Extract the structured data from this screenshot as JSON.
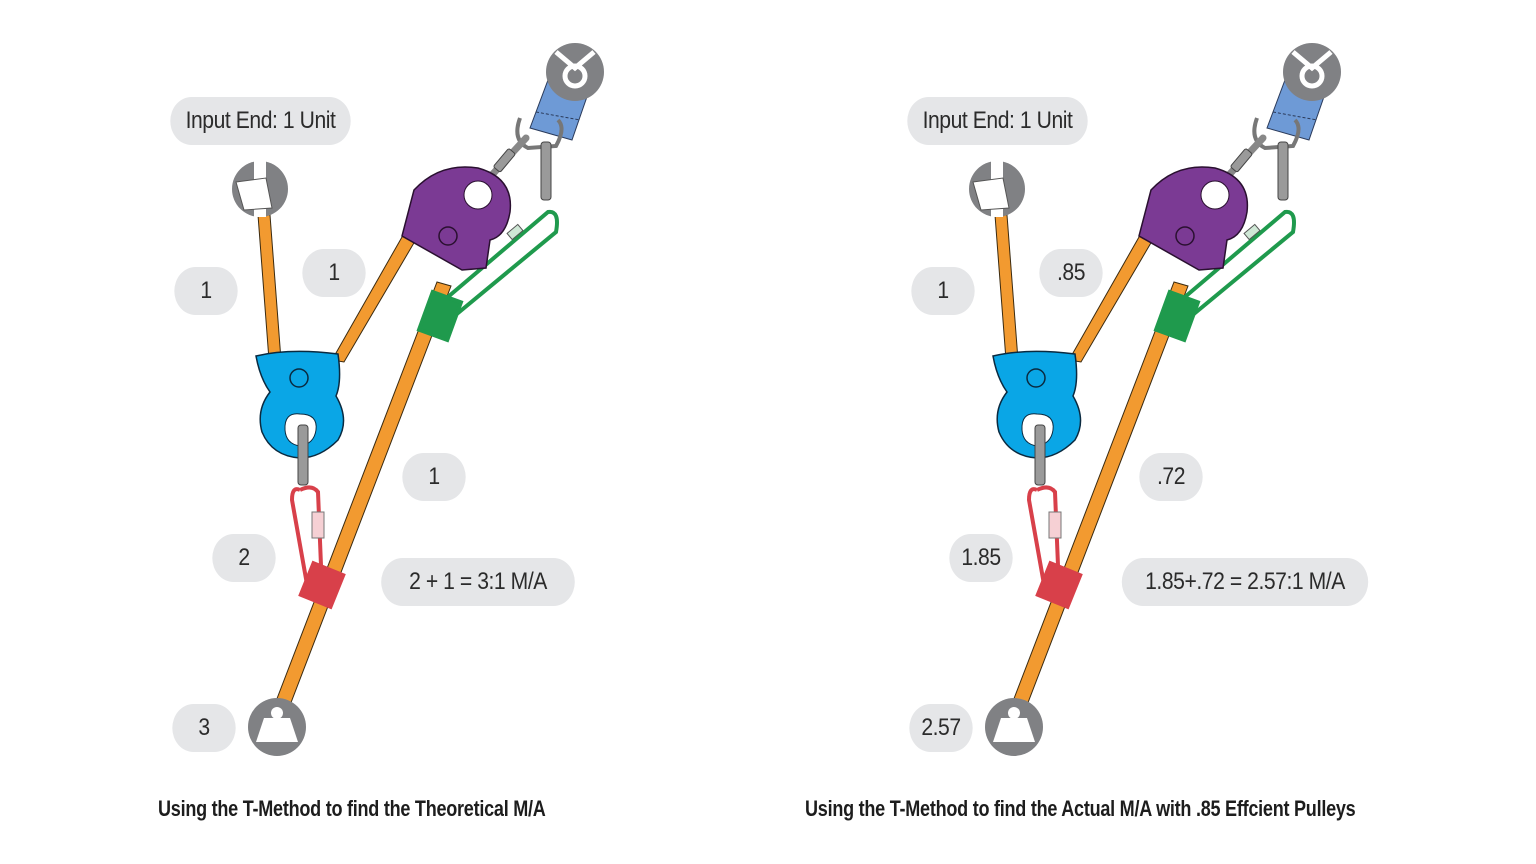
{
  "colors": {
    "rope": "#f29a30",
    "pulley_blue": "#0aa6e6",
    "pulley_purple": "#7b3a94",
    "prusik_green": "#1f9a4d",
    "prusik_red": "#d8404a",
    "icon_gray": "#808184",
    "webbing_blue": "#6e9ad6",
    "pill_bg": "#e5e6e8"
  },
  "diagrams": [
    {
      "id": "theoretical",
      "input_label": "Input End: 1 Unit",
      "labels": {
        "input_leg": "1",
        "upper_leg": "1",
        "lower_leg": "1",
        "blue_pulley_leg": "2",
        "load": "3",
        "equation": "2 + 1 = 3:1 M/A"
      },
      "caption": "Using the T-Method to find the Theoretical M/A"
    },
    {
      "id": "actual",
      "input_label": "Input End: 1 Unit",
      "labels": {
        "input_leg": "1",
        "upper_leg": ".85",
        "lower_leg": ".72",
        "blue_pulley_leg": "1.85",
        "load": "2.57",
        "equation": "1.85+.72 = 2.57:1 M/A"
      },
      "caption": "Using the T-Method to find the Actual M/A with .85 Effcient Pulleys"
    }
  ],
  "icons": {
    "anchor": "anchor-icon",
    "hand": "hand-grip-icon",
    "load": "load-weight-icon"
  }
}
